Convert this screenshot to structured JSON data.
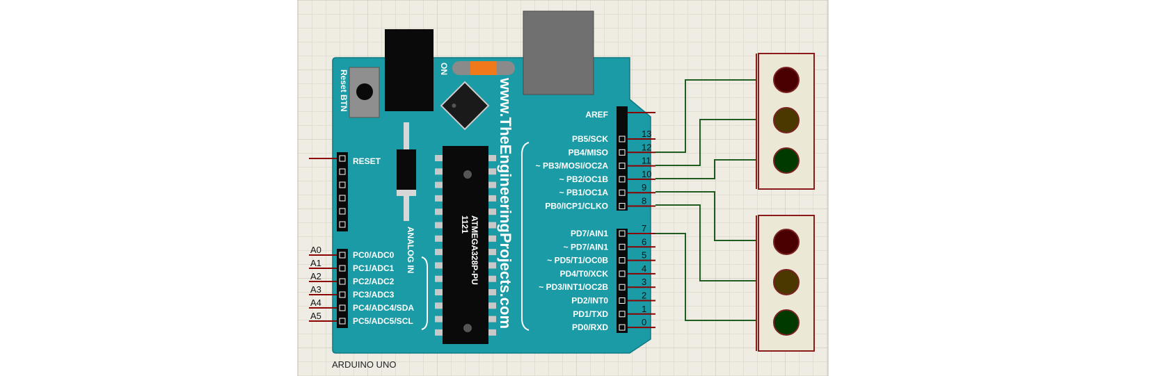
{
  "board": {
    "name": "ARDUINO UNO",
    "website": "www.TheEngineeringProjects.com",
    "chip_part": "ATMEGA328P-PU",
    "chip_code": "1121",
    "on_label": "ON",
    "reset_button_label": "Reset BTN",
    "analog_label": "ANALOG IN",
    "reset_pin_label": "RESET",
    "aref_label": "AREF",
    "colors": {
      "board": "#1a9ba5",
      "pin_wire": "#8b0000",
      "signal_wire": "#1f5c1f",
      "grid": "#d4d0c4",
      "canvas": "#efece4"
    }
  },
  "digital_pins_upper": [
    {
      "name": "PB5/SCK",
      "number": "13"
    },
    {
      "name": "PB4/MISO",
      "number": "12"
    },
    {
      "name": "~ PB3/MOSI/OC2A",
      "number": "11"
    },
    {
      "name": "~ PB2/OC1B",
      "number": "10"
    },
    {
      "name": "~ PB1/OC1A",
      "number": "9"
    },
    {
      "name": "PB0/ICP1/CLKO",
      "number": "8"
    }
  ],
  "digital_pins_lower": [
    {
      "name": "PD7/AIN1",
      "number": "7"
    },
    {
      "name": "~ PD7/AIN1",
      "number": "6"
    },
    {
      "name": "~ PD5/T1/OC0B",
      "number": "5"
    },
    {
      "name": "PD4/T0/XCK",
      "number": "4"
    },
    {
      "name": "~ PD3/INT1/OC2B",
      "number": "3"
    },
    {
      "name": "PD2/INT0",
      "number": "2"
    },
    {
      "name": "PD1/TXD",
      "number": "1"
    },
    {
      "name": "PD0/RXD",
      "number": "0"
    }
  ],
  "analog_pins": [
    {
      "name": "PC0/ADC0",
      "ext": "A0"
    },
    {
      "name": "PC1/ADC1",
      "ext": "A1"
    },
    {
      "name": "PC2/ADC2",
      "ext": "A2"
    },
    {
      "name": "PC3/ADC3",
      "ext": "A3"
    },
    {
      "name": "PC4/ADC4/SDA",
      "ext": "A4"
    },
    {
      "name": "PC5/ADC5/SCL",
      "ext": "A5"
    }
  ],
  "traffic_lights": [
    {
      "name": "traffic-light-1",
      "lamps": [
        "red",
        "yellow",
        "green"
      ],
      "lamp_colors": [
        "#4a0000",
        "#4a3800",
        "#003a00"
      ]
    },
    {
      "name": "traffic-light-2",
      "lamps": [
        "red",
        "yellow",
        "green"
      ],
      "lamp_colors": [
        "#4a0000",
        "#4a3800",
        "#003a00"
      ]
    }
  ]
}
